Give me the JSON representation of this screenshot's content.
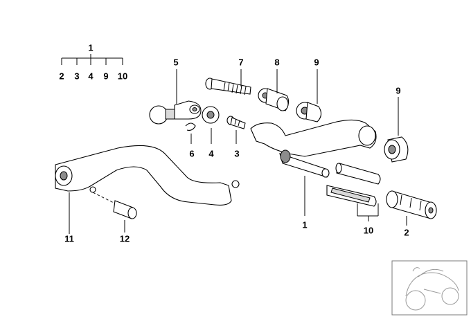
{
  "labels": {
    "l1_group": "1",
    "l2_group": "2",
    "l3_group": "3",
    "l4_group": "4",
    "l9_group": "9",
    "l10_group": "10",
    "l5": "5",
    "l7": "7",
    "l8": "8",
    "l9_top": "9",
    "l9_right": "9",
    "l6": "6",
    "l4": "4",
    "l3": "3",
    "l1": "1",
    "l10": "10",
    "l2": "2",
    "l11": "11",
    "l12": "12"
  }
}
